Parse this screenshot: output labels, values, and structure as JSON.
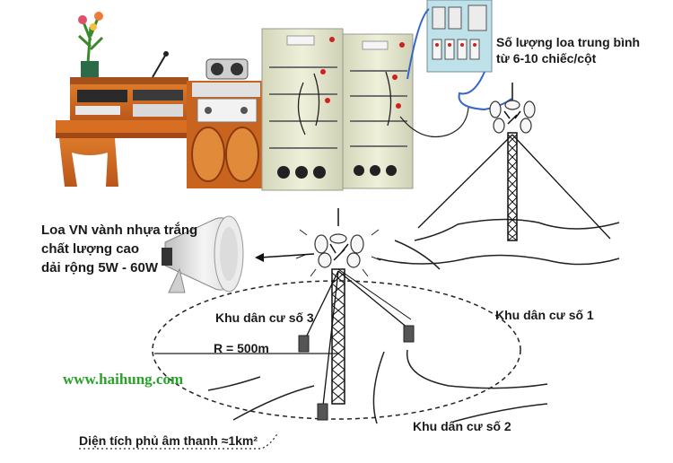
{
  "labels": {
    "speakers_per_pole": [
      "Số lượng loa trung bình",
      "từ 6-10 chiếc/cột"
    ],
    "speaker_type": [
      "Loa VN vành nhựa trắng",
      "chất lượng cao",
      "dải rộng 5W - 60W"
    ],
    "zone_1": "Khu dân cư số 1",
    "zone_2": "Khu dân cư số 2",
    "zone_3": "Khu dân cư số 3",
    "radius": "R = 500m",
    "coverage": "Diện tích phủ âm thanh ≈1km²",
    "website": "www.haihung.com"
  },
  "colors": {
    "cabinet": "#e7e9cf",
    "desk": "#c8621c",
    "panel": "#bfe2ea",
    "cable": "#3466c9",
    "website": "#2aa12a"
  },
  "icons": [
    "console-desk",
    "control-cabinet",
    "distribution-panel",
    "speaker-pole",
    "horn-speaker",
    "receiver-box"
  ]
}
